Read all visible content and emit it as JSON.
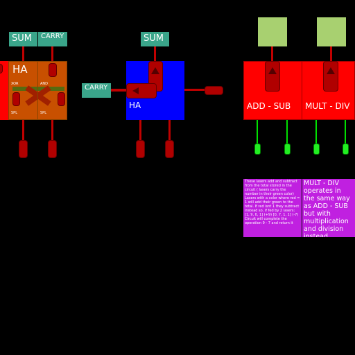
{
  "labels": {
    "sum1": "SUM",
    "carry1": "CARRY",
    "sum2": "SUM",
    "carry2": "CARRY"
  },
  "half_adder_1": {
    "title": "HA",
    "xor": "XOR",
    "and": "AND",
    "spl_left": "SPL",
    "spl_right": "SPL"
  },
  "half_adder_2": {
    "title": "HA"
  },
  "ops": {
    "add_sub": "ADD - SUB",
    "mult_div": "MULT - DIV"
  },
  "descriptions": {
    "add_sub": "These lasers add and subtract from the total stored in the circuit ( lasers carry the number in their green color) Lasers with a color where red = 1 will add their green to the total. If red isnt 1 they subtract instead so, if fed by 2 lasers: [1, 9, 0, 1] (+9) [0, 7, 1, 1] (-7) Circuit will complete the operation 9 - 7 and return it",
    "mult_div": "MULT - DIV operates in the same way as ADD - SUB but with multiplication and division instead."
  },
  "colors": {
    "orange_block": "#c85000",
    "blue_block": "#0000ff",
    "red_block": "#ff0000",
    "light_green_block": "#a8d070",
    "purple_panel": "#c020e0",
    "teal_label": "#3aa58a"
  }
}
